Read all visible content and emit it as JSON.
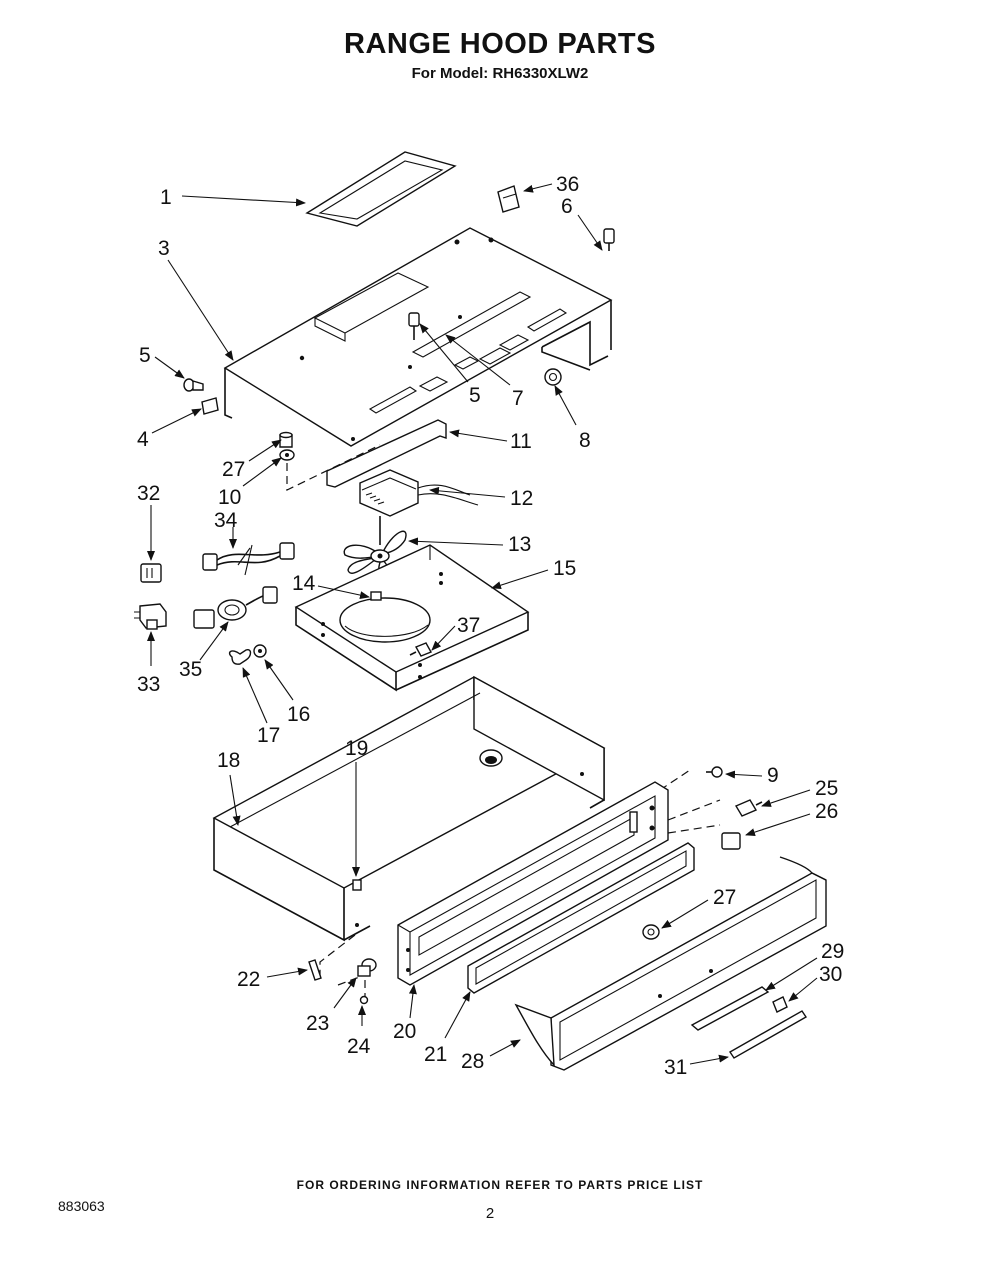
{
  "header": {
    "title": "RANGE HOOD PARTS",
    "subtitle": "For Model: RH6330XLW2"
  },
  "footer": {
    "ordering_note": "FOR ORDERING INFORMATION REFER TO PARTS PRICE LIST",
    "doc_number": "883063",
    "page_number": "2"
  },
  "callouts": [
    "1",
    "36",
    "6",
    "3",
    "5",
    "5",
    "7",
    "8",
    "4",
    "11",
    "27",
    "10",
    "12",
    "32",
    "34",
    "13",
    "15",
    "14",
    "37",
    "33",
    "35",
    "16",
    "17",
    "18",
    "19",
    "9",
    "25",
    "26",
    "27",
    "22",
    "23",
    "24",
    "20",
    "21",
    "28",
    "29",
    "30",
    "31"
  ]
}
